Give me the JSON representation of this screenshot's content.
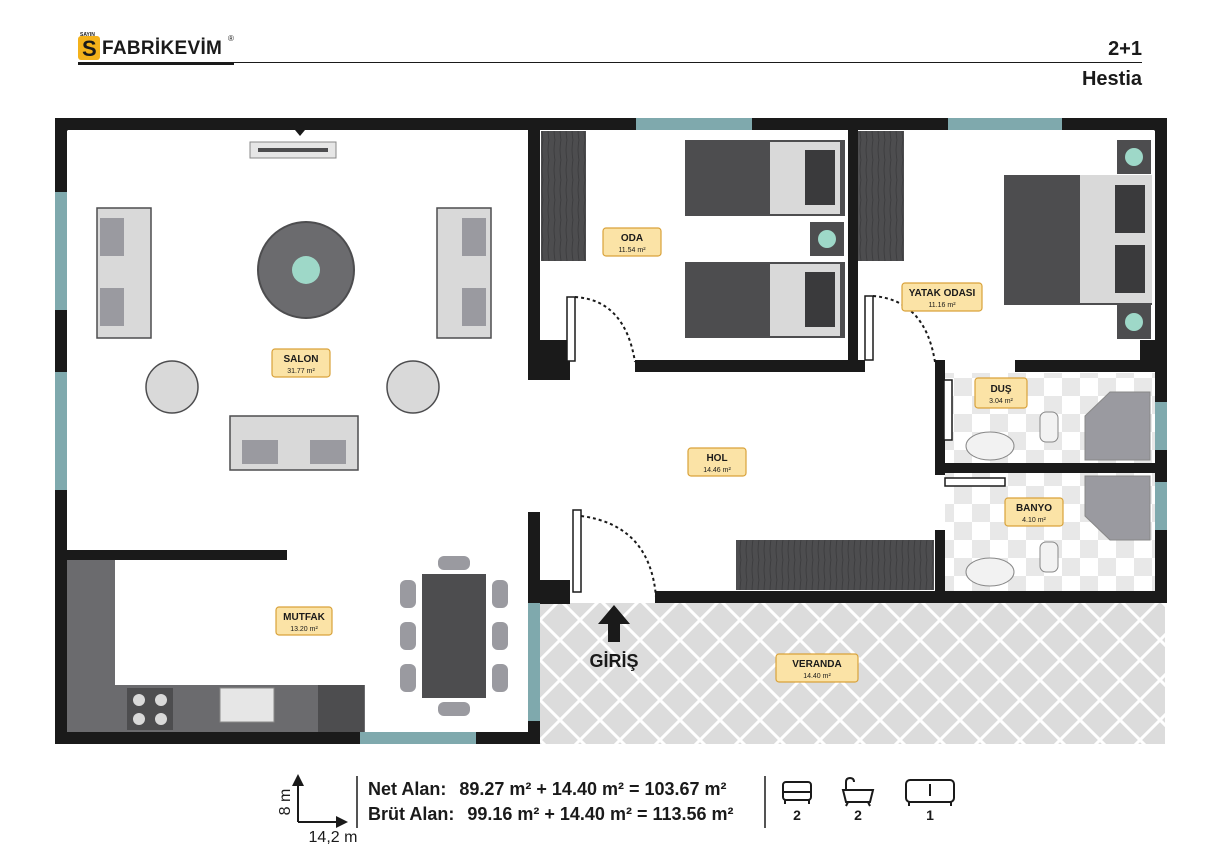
{
  "brand": {
    "tag": "SAYIN",
    "name": "FABRİKEVİM",
    "registered": "®"
  },
  "plan": {
    "type": "2+1",
    "name": "Hestia"
  },
  "rooms": [
    {
      "id": "salon",
      "name": "SALON",
      "area": "31.77 m²"
    },
    {
      "id": "oda",
      "name": "ODA",
      "area": "11.54  m²"
    },
    {
      "id": "yatak-odasi",
      "name": "YATAK ODASI",
      "area": "11.16 m²"
    },
    {
      "id": "dus",
      "name": "DUŞ",
      "area": "3.04 m²"
    },
    {
      "id": "hol",
      "name": "HOL",
      "area": "14.46 m²"
    },
    {
      "id": "banyo",
      "name": "BANYO",
      "area": "4.10 m²"
    },
    {
      "id": "mutfak",
      "name": "MUTFAK",
      "area": "13.20 m²"
    },
    {
      "id": "veranda",
      "name": "VERANDA",
      "area": "14.40 m²"
    }
  ],
  "entry": {
    "label": "GİRİŞ"
  },
  "dimensions": {
    "vertical": "8 m",
    "horizontal": "14,2 m"
  },
  "areas": {
    "net": {
      "label": "Net Alan:",
      "formula": "89.27 m² + 14.40 m² = 103.67 m²"
    },
    "gross": {
      "label": "Brüt Alan:",
      "formula": "99.16 m² + 14.40 m² = 113.56 m²"
    }
  },
  "counts": [
    {
      "icon": "bed-icon",
      "value": "2"
    },
    {
      "icon": "bathtub-icon",
      "value": "2"
    },
    {
      "icon": "sofa-icon",
      "value": "1"
    }
  ],
  "colors": {
    "wall": "#1a1a1a",
    "window": "#7fa9ad",
    "furniture": "#4d4d4f",
    "label_fill": "#fbe3a6",
    "veranda": "#dcdcdc"
  }
}
